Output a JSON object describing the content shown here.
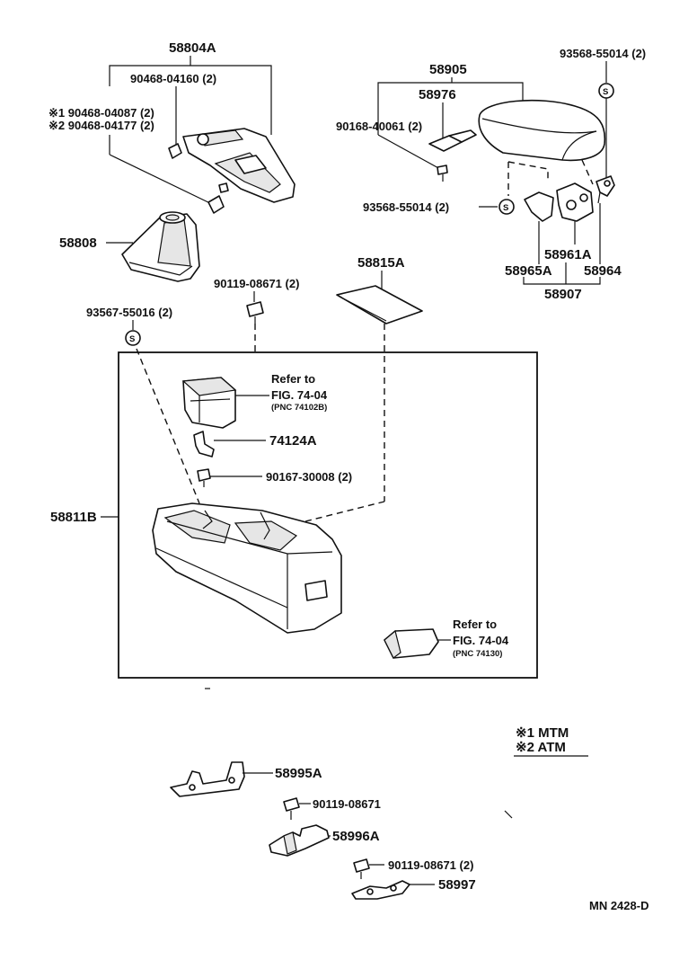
{
  "labels": {
    "p58804A": "58804A",
    "p90468_04160": "90468-04160 (2)",
    "note1_part": "※1 90468-04087 (2)",
    "note2_part": "※2 90468-04177 (2)",
    "p58905": "58905",
    "p93568_55014_top": "93568-55014 (2)",
    "p58976": "58976",
    "p90168_40061": "90168-40061 (2)",
    "p93568_55014_mid": "93568-55014 (2)",
    "p58808": "58808",
    "p58961A": "58961A",
    "p58965A": "58965A",
    "p58964": "58964",
    "p58907": "58907",
    "p58815A": "58815A",
    "p90119_08671_a": "90119-08671 (2)",
    "p93567_55016": "93567-55016 (2)",
    "refer1_line1": "Refer to",
    "refer1_line2": "FIG. 74-04",
    "refer1_line3": "(PNC 74102B)",
    "p74124A": "74124A",
    "p90167_30008": "90167-30008 (2)",
    "p58811B": "58811B",
    "refer2_line1": "Refer to",
    "refer2_line2": "FIG. 74-04",
    "refer2_line3": "(PNC 74130)",
    "legend_1": "※1 MTM",
    "legend_2": "※2 ATM",
    "p58995A": "58995A",
    "p90119_08671_b": "90119-08671",
    "p58996A": "58996A",
    "p90119_08671_c": "90119-08671 (2)",
    "p58997": "58997",
    "diagram_id": "MN 2428-D",
    "clip_symbol": "S"
  }
}
